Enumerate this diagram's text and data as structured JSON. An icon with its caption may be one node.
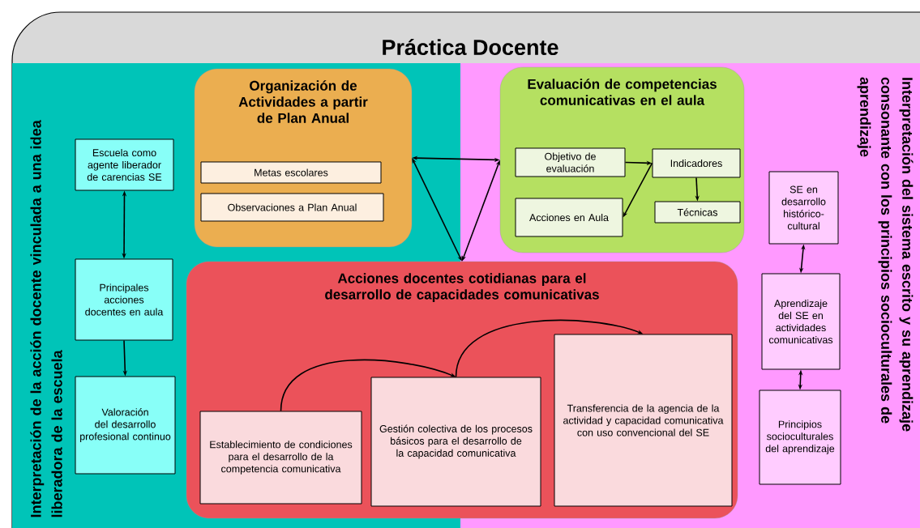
{
  "diagram": {
    "nodes": [
      {
        "text": [
          "Práctica Docente"
        ]
      },
      {
        "text": [
          "Interpretación de la acción docente vinculada a una idea liberadora de la escuela"
        ],
        "in": 0
      },
      {
        "text": [
          "Escuela como agente liberador de carencias SE"
        ],
        "in": 1
      },
      {
        "text": [
          "Principales acciones docentes en aula"
        ],
        "in": 1
      },
      {
        "text": [
          "Valoración del desarrollo profesional continuo"
        ],
        "in": 1
      },
      {
        "text": [
          "Organización de Actividades a partir de Plan Anual"
        ],
        "in": 1
      },
      {
        "text": [
          "Metas escolares"
        ],
        "in": 5
      },
      {
        "text": [
          "Observaciones a Plan Anual"
        ],
        "in": 5
      },
      {
        "text": [
          "Interpretación del sistema escrito y su aprendizaje consonante con los principios socioculturales de aprendizaje"
        ],
        "in": 0
      },
      {
        "text": [
          "Evaluación de competencias comunicativas en el aula"
        ],
        "in": 8
      },
      {
        "text": [
          "Objetivo de evaluación"
        ],
        "in": 9
      },
      {
        "text": [
          "Indicadores"
        ],
        "in": 9
      },
      {
        "text": [
          "Acciones en Aula"
        ],
        "in": 9
      },
      {
        "text": [
          "Técnicas"
        ],
        "in": 9
      },
      {
        "text": [
          "SE en desarrollo histórico-cultural"
        ],
        "in": 8
      },
      {
        "text": [
          "Aprendizaje del SE en actividades comunicativas"
        ],
        "in": 8
      },
      {
        "text": [
          "Principios socioculturales del aprendizaje"
        ],
        "in": 8
      },
      {
        "text": [
          "Acciones docentes cotidianas para el desarrollo de capacidades comunicativas"
        ],
        "in": 0
      },
      {
        "text": [
          "Establecimiento de condiciones para el desarrollo de la competencia comunicativa"
        ]
      },
      {
        "text": [
          "Gestión colectiva de los procesos básicos para el desarrollo de la capacidad comunicativa"
        ],
        "in": 17
      },
      {
        "text": [
          "Transferencia de la agencia de la actividad y capacidad comunicativa con uso convencional del SE"
        ]
      }
    ],
    "edges": [
      {
        "from": 2,
        "to": 3,
        "arrow": "both"
      },
      {
        "from": 3,
        "to": 4,
        "arrow": "to"
      },
      {
        "from": 5,
        "to": 9,
        "arrow": "both"
      },
      {
        "from": 5,
        "to": 17,
        "arrow": "both"
      },
      {
        "from": 9,
        "to": 17,
        "arrow": "both"
      },
      {
        "from": 10,
        "to": 11,
        "arrow": "to"
      },
      {
        "from": 11,
        "to": 12,
        "arrow": "to"
      },
      {
        "from": 11,
        "to": 13,
        "arrow": "to"
      },
      {
        "from": 14,
        "to": 15,
        "arrow": "both"
      },
      {
        "from": 15,
        "to": 16,
        "arrow": "both"
      },
      {
        "from": 18,
        "to": 19,
        "arrow": "to"
      },
      {
        "from": 19,
        "to": 20,
        "arrow": "to"
      }
    ]
  }
}
